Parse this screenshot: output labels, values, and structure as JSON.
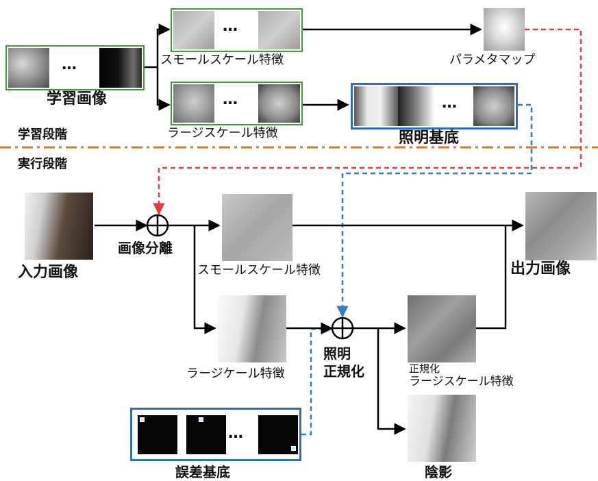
{
  "labels": {
    "training_images": "学習画像",
    "small_scale_top": "スモールスケール特徴",
    "large_scale_top": "ラージスケール特徴",
    "parameter_map": "パラメタマップ",
    "illumination_basis": "照明基底",
    "training_phase": "学習段階",
    "execution_phase": "実行段階",
    "input_image": "入力画像",
    "image_separation": "画像分離",
    "small_scale_bottom": "スモールスケール特徴",
    "output_image": "出力画像",
    "large_scale_bottom": "ラージケール特徴",
    "illum_norm_line1": "照明",
    "illum_norm_line2": "正規化",
    "normalized_line1": "正規化",
    "normalized_line2": "ラージスケール特徴",
    "shadow": "陰影",
    "error_basis": "誤差基底",
    "ellipsis": "…"
  },
  "colors": {
    "green_frame": "#3f9a3f",
    "blue_frame": "#2f6db5",
    "divider": "#d9772b",
    "red_dashed": "#e83a3a",
    "blue_dashed": "#2f7fc8",
    "arrow": "#000000"
  }
}
